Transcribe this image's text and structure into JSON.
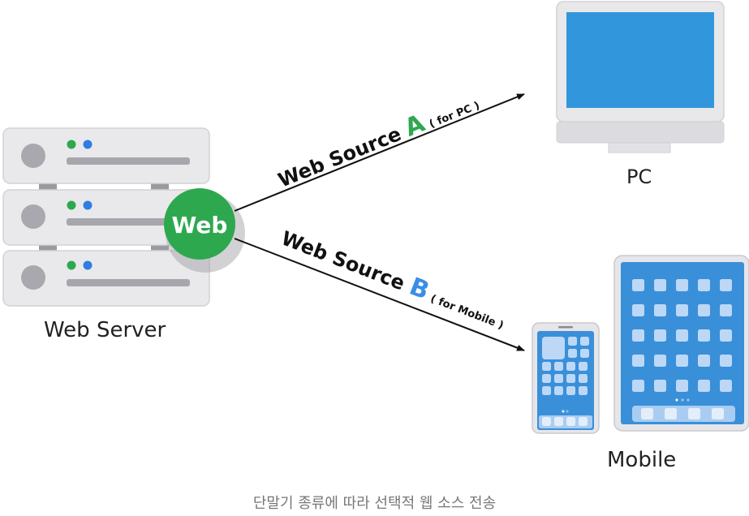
{
  "server": {
    "label": "Web Server",
    "badge": "Web"
  },
  "pc": {
    "label": "PC"
  },
  "mobile": {
    "label": "Mobile"
  },
  "arrow_a": {
    "text": "Web Source ",
    "letter": "A",
    "note": "( for PC )"
  },
  "arrow_b": {
    "text": "Web Source ",
    "letter": "B",
    "note": "( for Mobile )"
  },
  "caption": "단말기 종류에 따라 선택적 웹 소스 전송",
  "colors": {
    "green": "#2ea84f",
    "blue": "#3a8fd9",
    "screen": "#3296dc",
    "server_body": "#e8e8ea",
    "source_a": "#2ea84f",
    "source_b": "#3a8ee6"
  }
}
